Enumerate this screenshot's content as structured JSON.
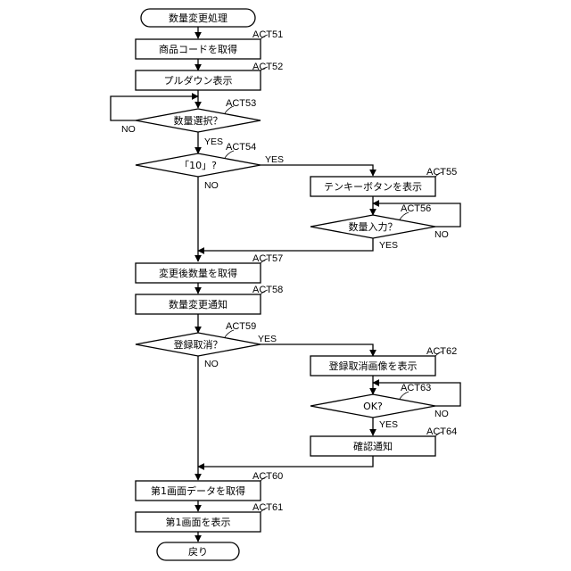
{
  "nodes": {
    "start": {
      "text": "数量変更処理"
    },
    "act51": {
      "text": "商品コードを取得",
      "tag": "ACT51"
    },
    "act52": {
      "text": "プルダウン表示",
      "tag": "ACT52"
    },
    "act53": {
      "text": "数量選択？",
      "tag": "ACT53"
    },
    "act54": {
      "text": "「10」?",
      "tag": "ACT54"
    },
    "act55": {
      "text": "テンキーボタンを表示",
      "tag": "ACT55"
    },
    "act56": {
      "text": "数量入力？",
      "tag": "ACT56"
    },
    "act57": {
      "text": "変更後数量を取得",
      "tag": "ACT57"
    },
    "act58": {
      "text": "数量変更通知",
      "tag": "ACT58"
    },
    "act59": {
      "text": "登録取消？",
      "tag": "ACT59"
    },
    "act62": {
      "text": "登録取消画像を表示",
      "tag": "ACT62"
    },
    "act63": {
      "text": "OK?",
      "tag": "ACT63"
    },
    "act64": {
      "text": "確認通知",
      "tag": "ACT64"
    },
    "act60": {
      "text": "第1画面データを取得",
      "tag": "ACT60"
    },
    "act61": {
      "text": "第1画面を表示",
      "tag": "ACT61"
    },
    "end": {
      "text": "戻り"
    }
  },
  "labels": {
    "act53_no": "NO",
    "act53_yes": "YES",
    "act54_yes": "YES",
    "act54_no": "NO",
    "act56_no": "NO",
    "act56_yes": "YES",
    "act59_yes": "YES",
    "act59_no": "NO",
    "act63_no": "NO",
    "act63_yes": "YES"
  }
}
